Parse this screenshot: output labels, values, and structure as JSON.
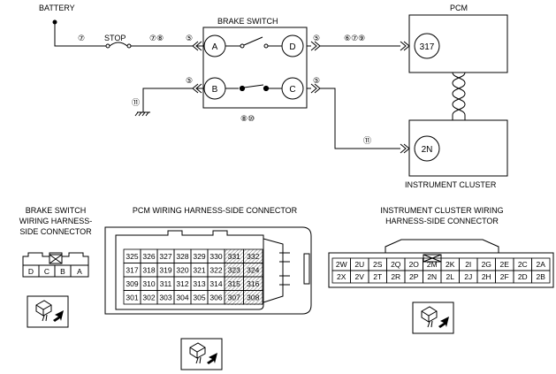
{
  "labels": {
    "battery": "BATTERY",
    "stop": "STOP",
    "brake_switch": "BRAKE SWITCH",
    "pcm": "PCM",
    "instrument_cluster": "INSTRUMENT CLUSTER",
    "bs_wiring": [
      "BRAKE SWITCH",
      "WIRING HARNESS-",
      "SIDE CONNECTOR"
    ],
    "pcm_wiring": "PCM WIRING HARNESS-SIDE CONNECTOR",
    "ic_wiring": [
      "INSTRUMENT CLUSTER WIRING",
      "HARNESS-SIDE CONNECTOR"
    ]
  },
  "switch_pins": {
    "a": "A",
    "b": "B",
    "c": "C",
    "d": "D"
  },
  "pcm_pin": "317",
  "ic_pin": "2N",
  "circled": {
    "battery_wire": "⑦",
    "stop_right": "⑦⑧",
    "a_side": "⑤",
    "d_side": "⑤",
    "pcm_wire": "⑥⑦⑨",
    "b_side": "⑤",
    "c_side": "⑤",
    "ground": "⑪",
    "switch_bottom": "⑧⑩",
    "ic_wire": "⑪"
  },
  "bs_connector_pins": [
    "D",
    "C",
    "B",
    "A"
  ],
  "pcm_connector": {
    "left_rows": [
      [
        "325",
        "326",
        "327",
        "328",
        "329",
        "330"
      ],
      [
        "317",
        "318",
        "319",
        "320",
        "321",
        "322"
      ],
      [
        "309",
        "310",
        "311",
        "312",
        "313",
        "314"
      ],
      [
        "301",
        "302",
        "303",
        "304",
        "305",
        "306"
      ]
    ],
    "right_rows": [
      [
        "331",
        "332"
      ],
      [
        "323",
        "324"
      ],
      [
        "315",
        "316"
      ],
      [
        "307",
        "308"
      ]
    ]
  },
  "ic_connector": {
    "top_row": [
      "2W",
      "2U",
      "2S",
      "2Q",
      "2O",
      "2M",
      "2K",
      "2I",
      "2G",
      "2E",
      "2C",
      "2A"
    ],
    "bottom_row": [
      "2X",
      "2V",
      "2T",
      "2R",
      "2P",
      "2N",
      "2L",
      "2J",
      "2H",
      "2F",
      "2D",
      "2B"
    ]
  }
}
